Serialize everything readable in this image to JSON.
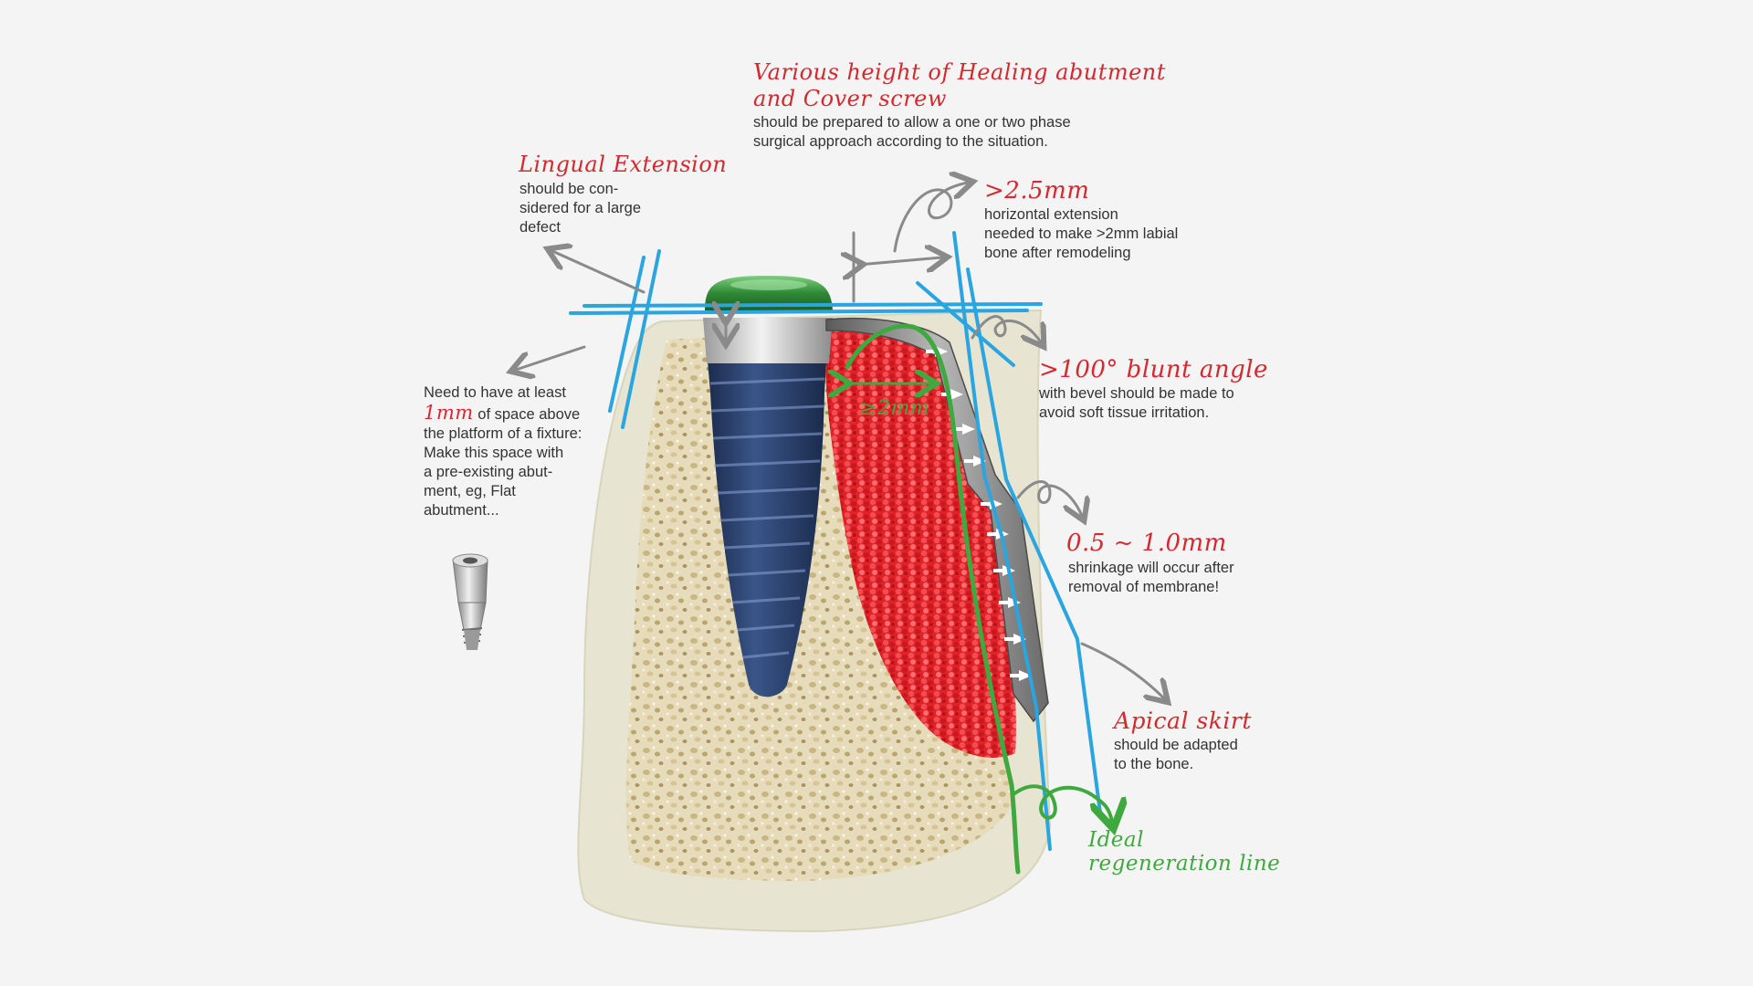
{
  "colors": {
    "background": "#f3f4f3",
    "annotation_red": "#d5282f",
    "guide_blue": "#2aa5df",
    "regeneration_green": "#3fa83f",
    "arrow_gray": "#8a8a8a",
    "implant_blue": "#2a3f6b",
    "graft_red": "#e41e25",
    "cap_green": "#2f8a36",
    "bone_beige": "#e7e5d2"
  },
  "annotations": {
    "healing": {
      "heading_line1": "Various height of Healing abutment",
      "heading_line2": "and Cover screw",
      "body_lines": [
        "should be prepared to allow a one or two phase",
        "surgical approach according to the situation."
      ]
    },
    "lingual": {
      "heading": "Lingual Extension",
      "body_lines": [
        "should be con-",
        "sidered for a large",
        "defect"
      ]
    },
    "horizontal": {
      "heading": ">2.5mm",
      "body_lines": [
        "horizontal extension",
        "needed to make >2mm labial",
        "bone after remodeling"
      ]
    },
    "blunt": {
      "heading": ">100° blunt angle",
      "body_lines": [
        "with bevel should be made to",
        "avoid soft tissue irritation."
      ]
    },
    "space": {
      "line1": "Need to have at least",
      "highlight": "1mm",
      "line2_rest": "of space above",
      "body_lines": [
        "the platform of a fixture:",
        "Make this space with",
        "a pre-existing abut-",
        "ment, eg, Flat",
        "abutment..."
      ]
    },
    "shrinkage": {
      "heading": "0.5 ~ 1.0mm",
      "body_lines": [
        "shrinkage will occur after",
        "removal of membrane!"
      ]
    },
    "apical": {
      "heading": "Apical skirt",
      "body_lines": [
        "should be adapted",
        "to the bone."
      ]
    },
    "ideal": {
      "line1": "Ideal",
      "line2": "regeneration line"
    },
    "dimension": {
      "label": "≥2mm"
    }
  },
  "icons": [
    "flat-abutment-icon",
    "healing-cap-icon",
    "implant-fixture-icon",
    "titanium-membrane-icon"
  ]
}
